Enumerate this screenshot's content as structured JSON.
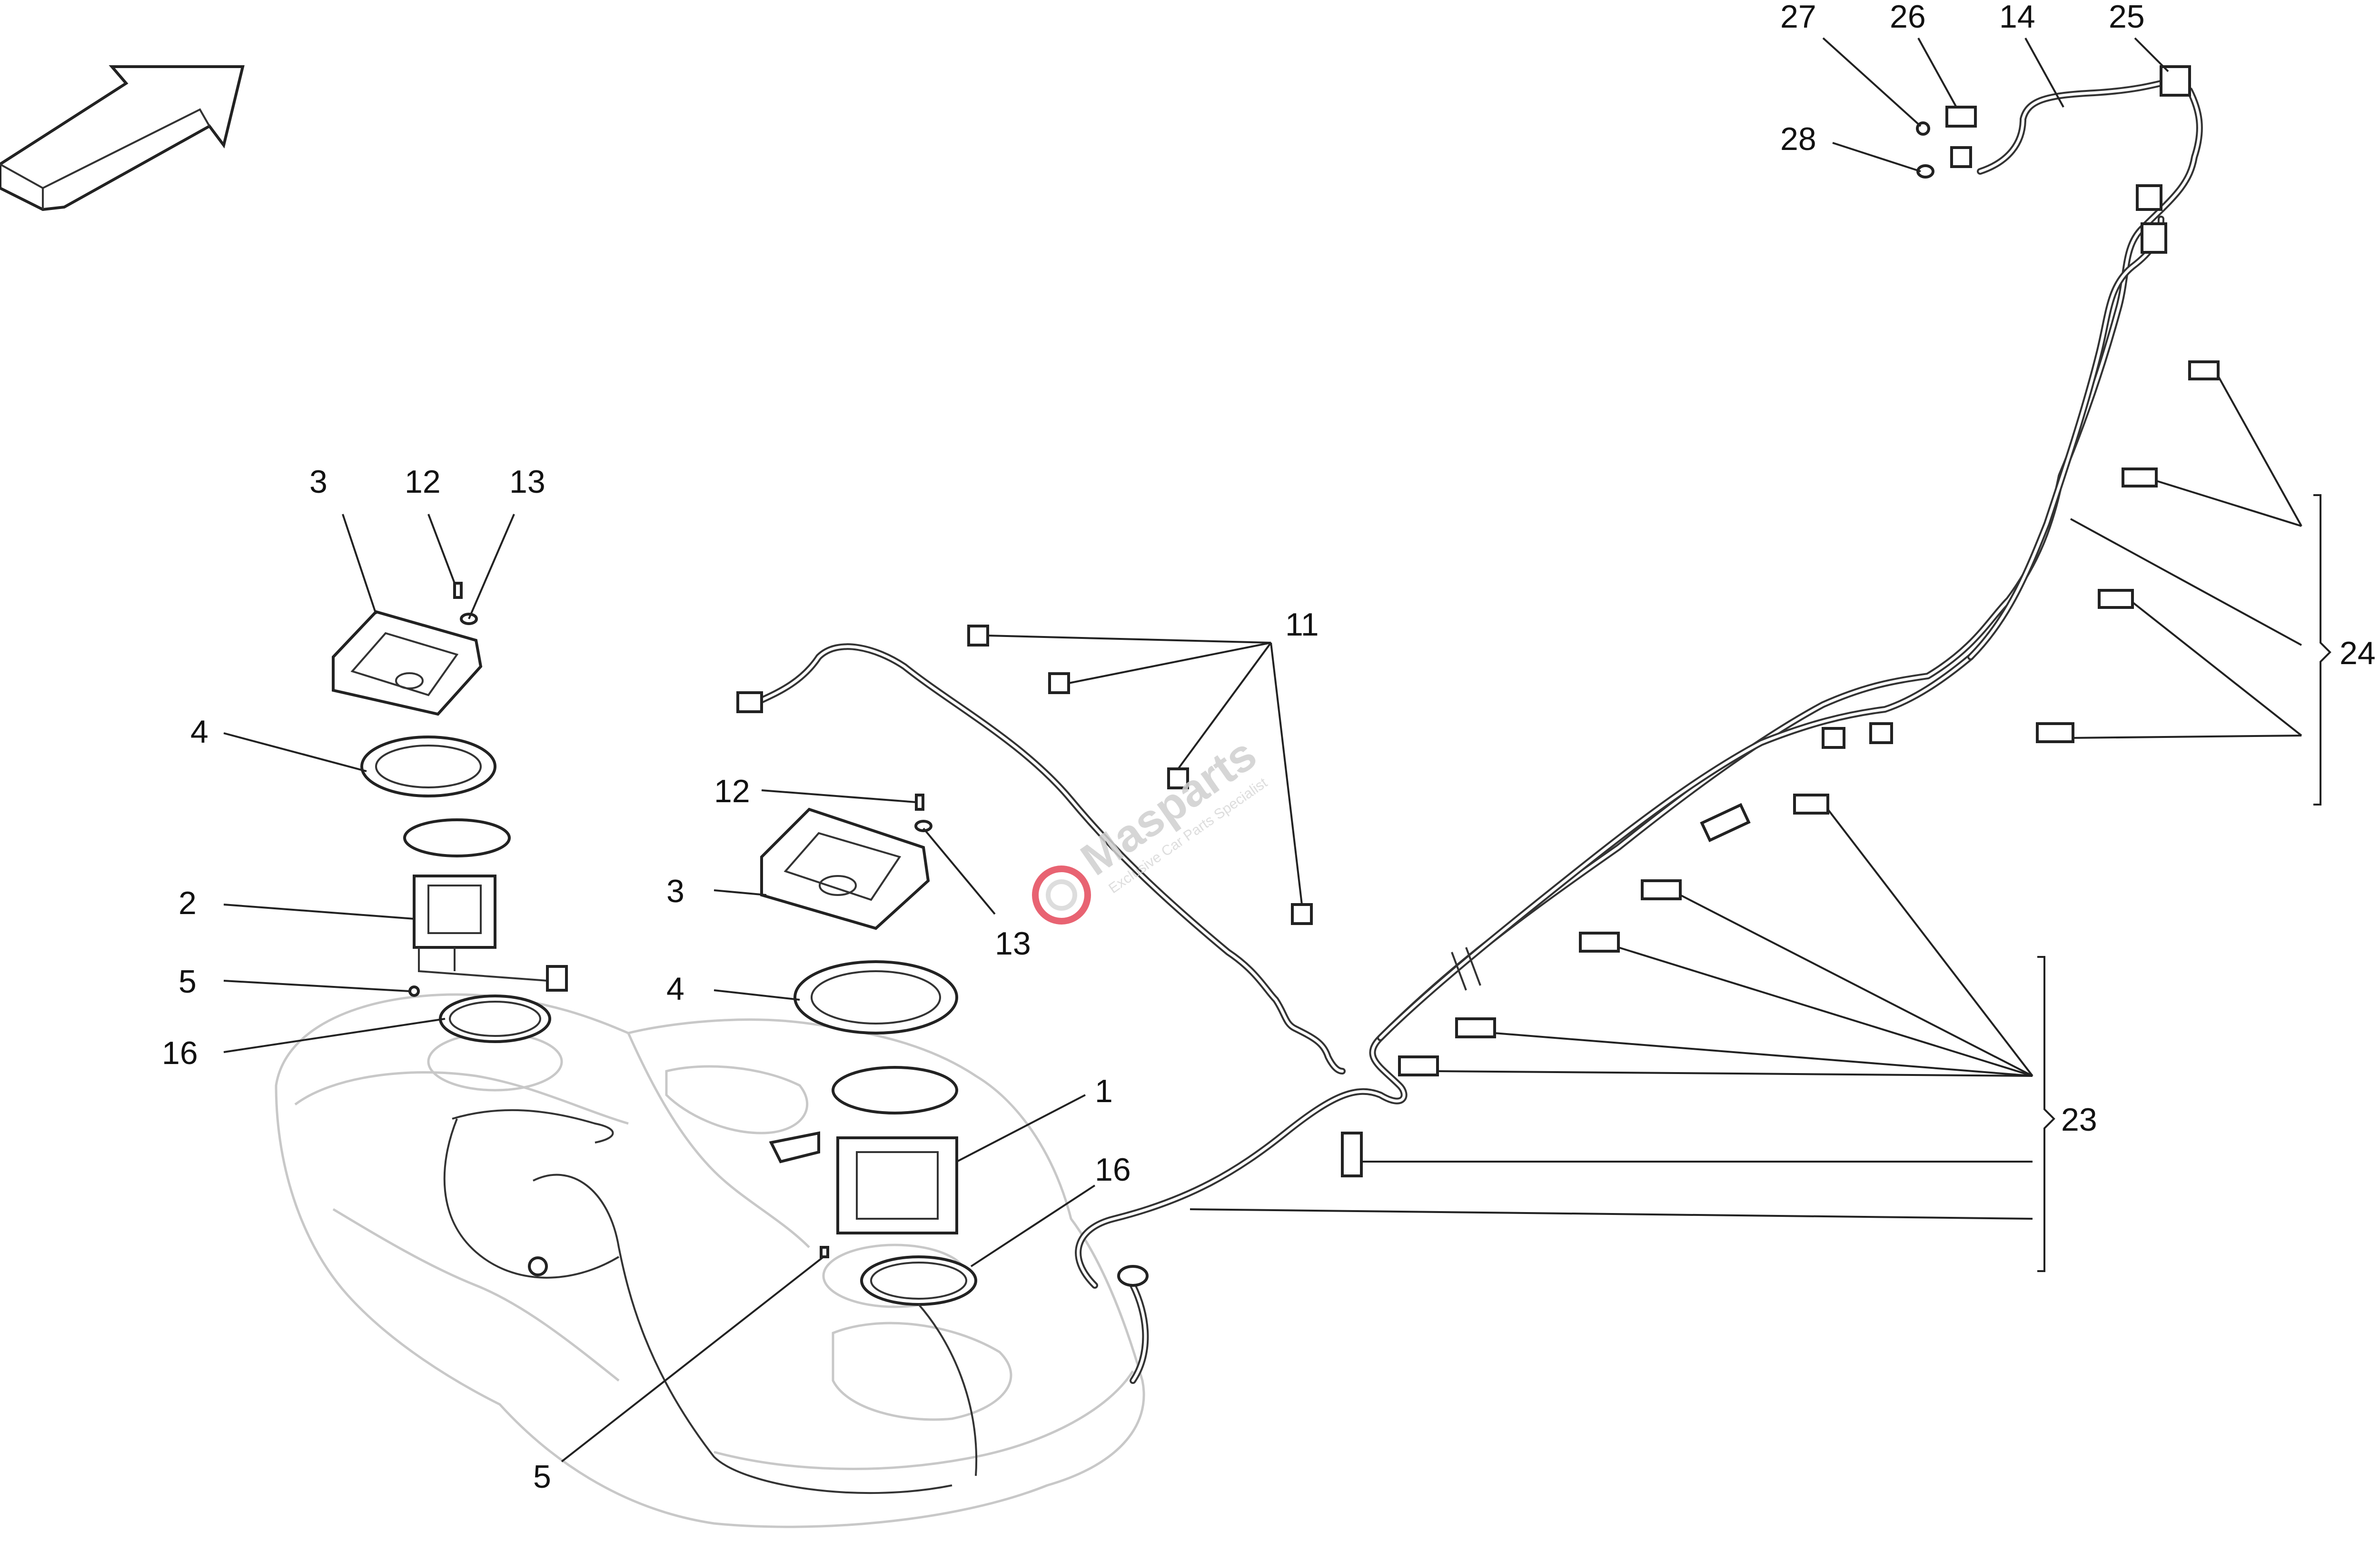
{
  "callouts": [
    {
      "id": "c27",
      "text": "27"
    },
    {
      "id": "c26",
      "text": "26"
    },
    {
      "id": "c14",
      "text": "14"
    },
    {
      "id": "c25",
      "text": "25"
    },
    {
      "id": "c28",
      "text": "28"
    },
    {
      "id": "c24",
      "text": "24"
    },
    {
      "id": "c11",
      "text": "11"
    },
    {
      "id": "c3a",
      "text": "3"
    },
    {
      "id": "c12a",
      "text": "12"
    },
    {
      "id": "c13a",
      "text": "13"
    },
    {
      "id": "c4a",
      "text": "4"
    },
    {
      "id": "c2",
      "text": "2"
    },
    {
      "id": "c5a",
      "text": "5"
    },
    {
      "id": "c16a",
      "text": "16"
    },
    {
      "id": "c12b",
      "text": "12"
    },
    {
      "id": "c3b",
      "text": "3"
    },
    {
      "id": "c13b",
      "text": "13"
    },
    {
      "id": "c4b",
      "text": "4"
    },
    {
      "id": "c1",
      "text": "1"
    },
    {
      "id": "c16b",
      "text": "16"
    },
    {
      "id": "c23",
      "text": "23"
    },
    {
      "id": "c5b",
      "text": "5"
    }
  ],
  "watermark": {
    "brand": "Masparts",
    "tagline": "Exclusive Car Parts Specialist"
  },
  "colors": {
    "line": "#222222",
    "ghost": "#c8c8c8",
    "watermark": "#e5485a"
  }
}
